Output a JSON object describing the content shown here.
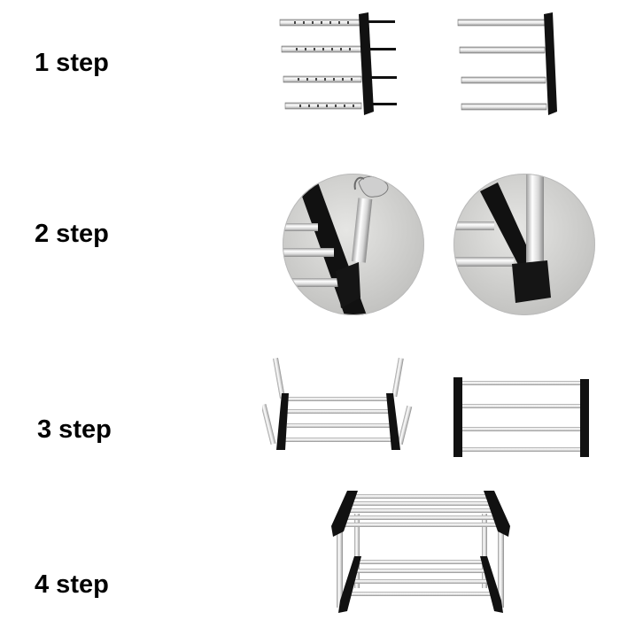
{
  "steps": [
    {
      "label": "1 step"
    },
    {
      "label": "2 step"
    },
    {
      "label": "3 step"
    },
    {
      "label": "4 step"
    }
  ],
  "colors": {
    "frame_black": "#111111",
    "tube_light": "#f2f2f2",
    "tube_shade": "#a8a8a8",
    "photo_gray": "#d8d8d6"
  }
}
